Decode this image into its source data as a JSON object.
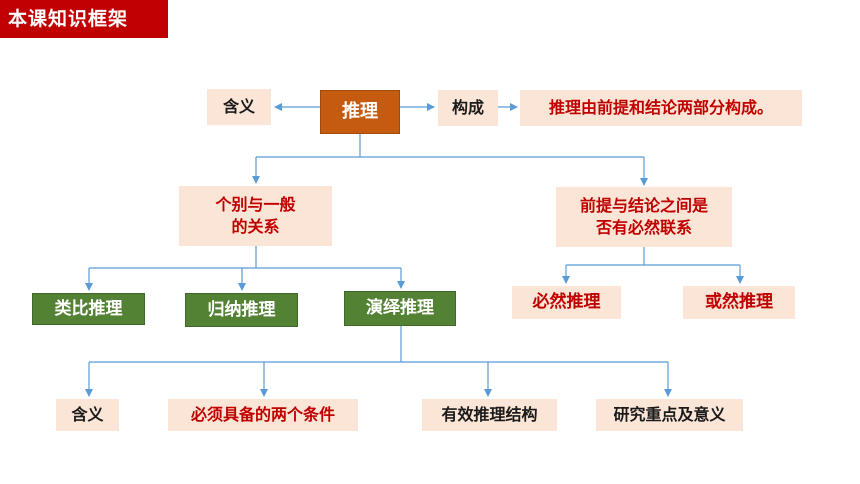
{
  "title": "本课知识框架",
  "nodes": {
    "root": "推理",
    "meaning_top": "含义",
    "composition": "构成",
    "composition_desc": "推理由前提和结论两部分构成。",
    "relation_general": "个别与一般\n的关系",
    "relation_premise": "前提与结论之间是\n否有必然联系",
    "analogy": "类比推理",
    "induction": "归纳推理",
    "deduction": "演绎推理",
    "necessary": "必然推理",
    "probable": "或然推理",
    "meaning_bottom": "含义",
    "conditions": "必须具备的两个条件",
    "structure": "有效推理结构",
    "significance": "研究重点及意义"
  },
  "colors": {
    "title_bg": "#c00000",
    "root_bg": "#c55a11",
    "box_bg": "#fbe5d6",
    "green_bg": "#548235",
    "red_text": "#c00000",
    "connector": "#5b9bd5"
  }
}
